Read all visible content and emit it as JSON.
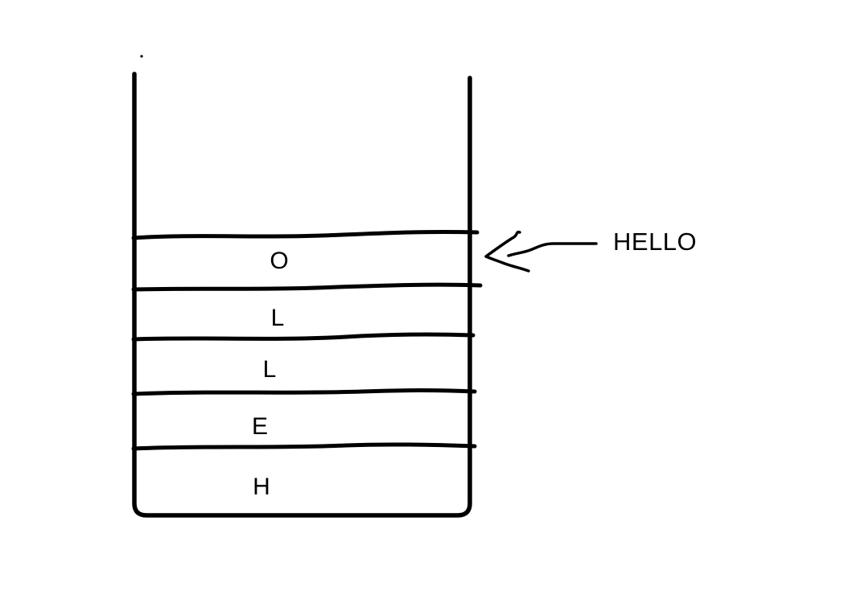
{
  "colors": {
    "ink": "#000000",
    "background": "#ffffff"
  },
  "stack": {
    "items": [
      {
        "label": "O"
      },
      {
        "label": "L"
      },
      {
        "label": "L"
      },
      {
        "label": "E"
      },
      {
        "label": "H"
      }
    ]
  },
  "annotation": {
    "label": "HELLO"
  }
}
